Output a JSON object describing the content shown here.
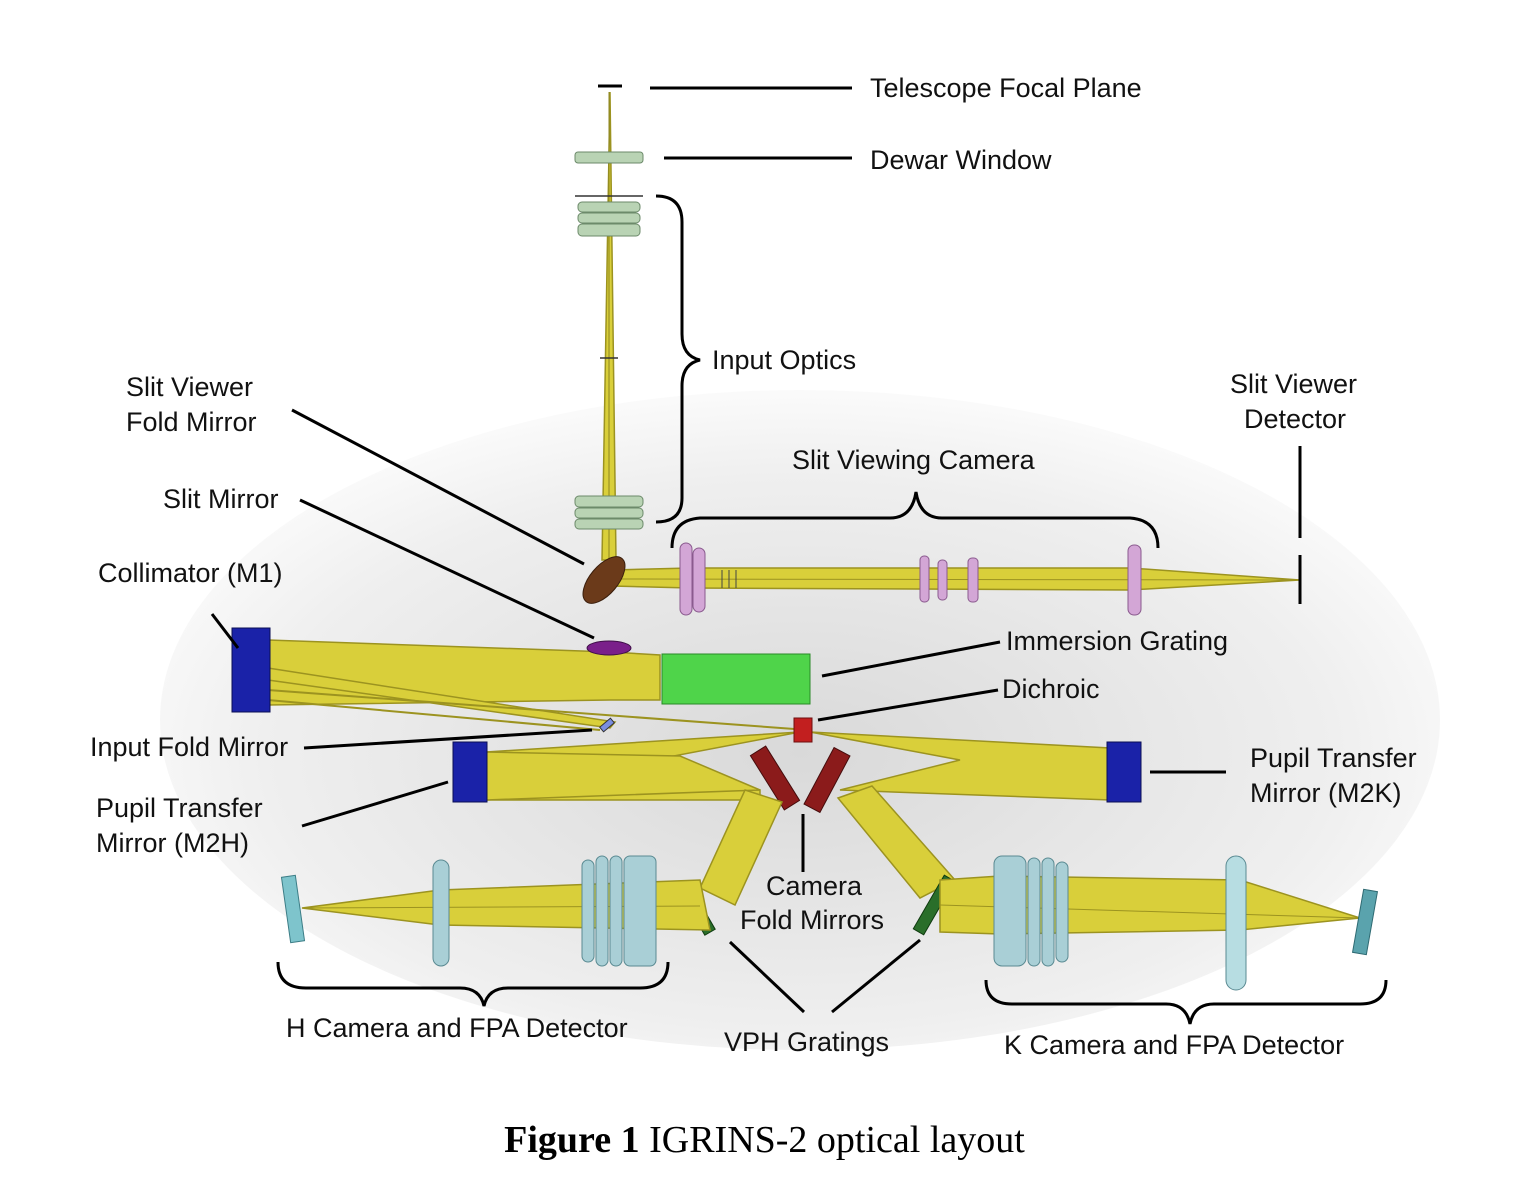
{
  "labels": {
    "telescope_focal_plane": "Telescope Focal Plane",
    "dewar_window": "Dewar Window",
    "input_optics": "Input Optics",
    "slit_viewer_fold_mirror_1": "Slit Viewer",
    "slit_viewer_fold_mirror_2": "Fold Mirror",
    "slit_viewer_detector_1": "Slit Viewer",
    "slit_viewer_detector_2": "Detector",
    "slit_viewing_camera": "Slit Viewing Camera",
    "slit_mirror": "Slit Mirror",
    "collimator": "Collimator (M1)",
    "immersion_grating": "Immersion Grating",
    "dichroic": "Dichroic",
    "input_fold_mirror": "Input Fold Mirror",
    "pupil_transfer_m2k_1": "Pupil Transfer",
    "pupil_transfer_m2k_2": "Mirror (M2K)",
    "pupil_transfer_m2h_1": "Pupil Transfer",
    "pupil_transfer_m2h_2": "Mirror (M2H)",
    "camera_fold_mirrors_1": "Camera",
    "camera_fold_mirrors_2": "Fold Mirrors",
    "h_camera": "H Camera and FPA Detector",
    "vph_gratings": "VPH Gratings",
    "k_camera": "K Camera and FPA Detector"
  },
  "caption": {
    "bold": "Figure 1",
    "text": " IGRINS-2 optical layout"
  },
  "colors": {
    "beam": "#d9cf3a",
    "collimator": "#1a22a8",
    "immersion_grating": "#4fd44a",
    "dichroic": "#c21f1f",
    "camera_fold": "#8b1b1b",
    "vph": "#2a6e2a",
    "slit_fold_mirror": "#6b3a1a",
    "slit_mirror": "#7a1f8a",
    "input_lens": "#b9d3b4",
    "sv_lens": "#d3a6d6",
    "camera_lens": "#a9cfd6"
  }
}
